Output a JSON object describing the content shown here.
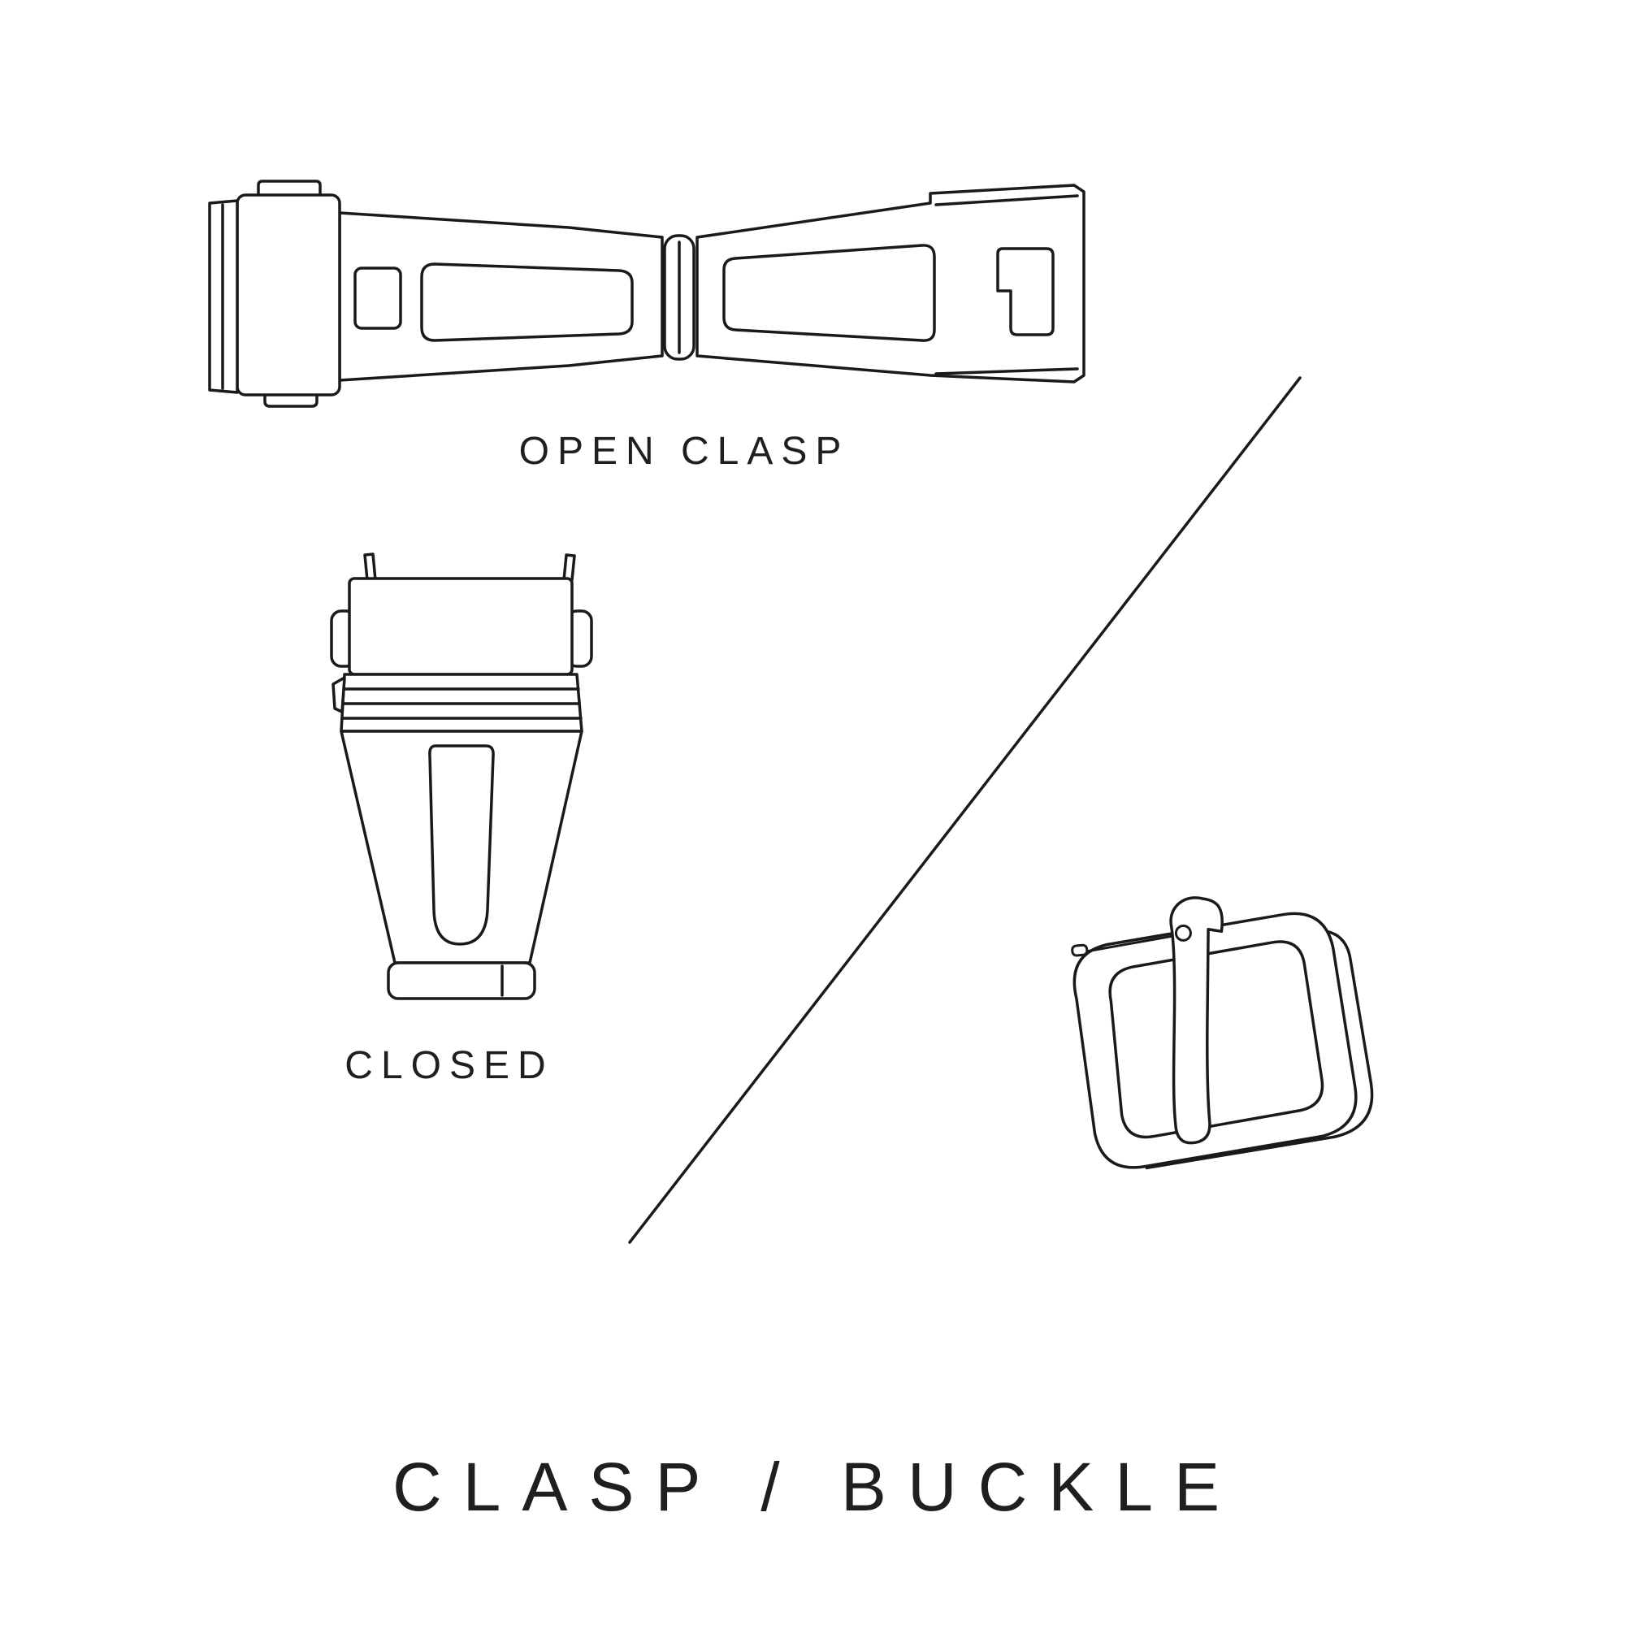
{
  "page": {
    "background_color": "#ffffff",
    "ink_color": "#1a1a1a"
  },
  "labels": {
    "open_clasp": "OPEN CLASP",
    "closed": "CLOSED"
  },
  "title": "CLASP / BUCKLE",
  "figures": [
    {
      "name": "open-clasp-illustration",
      "caption": "OPEN CLASP"
    },
    {
      "name": "closed-clasp-illustration",
      "caption": "CLOSED"
    },
    {
      "name": "tang-buckle-illustration",
      "caption": ""
    },
    {
      "name": "diagonal-divider-line",
      "caption": ""
    }
  ]
}
